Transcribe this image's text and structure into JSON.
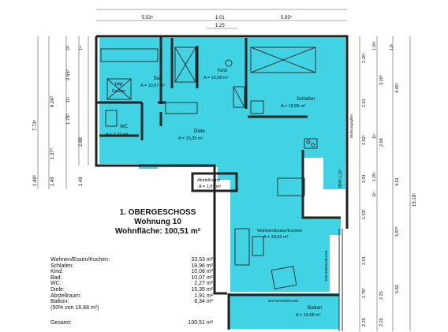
{
  "heading": {
    "floor": "1. OBERGESCHOSS",
    "unit": "Wohnung 10",
    "living_area": "Wohnfläche: 100,51 m²"
  },
  "rooms": {
    "bad": {
      "name": "Bad",
      "area": "A = 10,07 m²"
    },
    "dusche": {
      "line1": "bdgl.",
      "line2": "Dusche"
    },
    "kind": {
      "name": "Kind",
      "area": "A = 10,08 m²"
    },
    "schlafen": {
      "name": "Schlafen",
      "area": "A = 18,96 m²"
    },
    "wc": {
      "name": "WC",
      "area": "A = 2,27 m²"
    },
    "diele": {
      "name": "Diele",
      "area": "A = 15,35 m²"
    },
    "abstellraum": {
      "name": "Abstellraum",
      "area": "A = 1,91 m²"
    },
    "wohnen": {
      "name": "Wohnen/Essen/Kochen",
      "area": "A = 33,53 m²"
    },
    "balkon": {
      "name": "Balkon",
      "area": "A = 16,68 m²"
    }
  },
  "labels": {
    "entwaesserung_h": "ENTWÄSSERUNG",
    "entwaesserung_v": "ENTWÄSSERUNG",
    "bruestung": "Brüstungsgitter",
    "brh": "BRH 1,12⁵"
  },
  "area_table": [
    {
      "room": "Wohnen/Essen/Kochen:",
      "value": "33,53 m²"
    },
    {
      "room": "Schlafen:",
      "value": "18,96 m²"
    },
    {
      "room": "Kind:",
      "value": "10,08 m²"
    },
    {
      "room": "Bad:",
      "value": "10,07 m²"
    },
    {
      "room": "WC:",
      "value": "2,27 m²"
    },
    {
      "room": "Diele:",
      "value": "15,35 m²"
    },
    {
      "room": "Abstellraum:",
      "value": "1,91 m²"
    },
    {
      "room": "Balkon:",
      "value": "8,34 m²"
    },
    {
      "room": "(50% von 16,68 m²)",
      "value": ""
    }
  ],
  "total": {
    "label": "Gesamt:",
    "value": "100,51 m²"
  },
  "dims": {
    "top": [
      "5.53⁵",
      "1.01",
      "5.65⁵",
      "1.25"
    ],
    "left_outer": [
      "7.73⁵",
      "1.48⁵"
    ],
    "left_mid": [
      "6.24⁵",
      "1.37⁵",
      "1.49"
    ],
    "left_inner": [
      "2.55⁵",
      "1.78⁵",
      "2.88",
      "1.49",
      "11⁵",
      "24",
      "1¹⁵"
    ],
    "right_a": [
      "2.10⁴",
      "2.01",
      "1.92⁵",
      "2.01",
      "1.53²",
      "2.01",
      "1.78²",
      "2.25"
    ],
    "right_b": [
      "3.20⁶",
      "2.68",
      "2.25",
      "2.25"
    ],
    "right_c": [
      "4.45⁶",
      "4.01",
      "5.87⁶",
      "5.60"
    ],
    "right_d": [
      "15.18¹"
    ],
    "right_small": [
      "1.00⁵",
      "11⁵",
      "1.25⁵",
      "11⁵",
      "1.8¹"
    ]
  }
}
